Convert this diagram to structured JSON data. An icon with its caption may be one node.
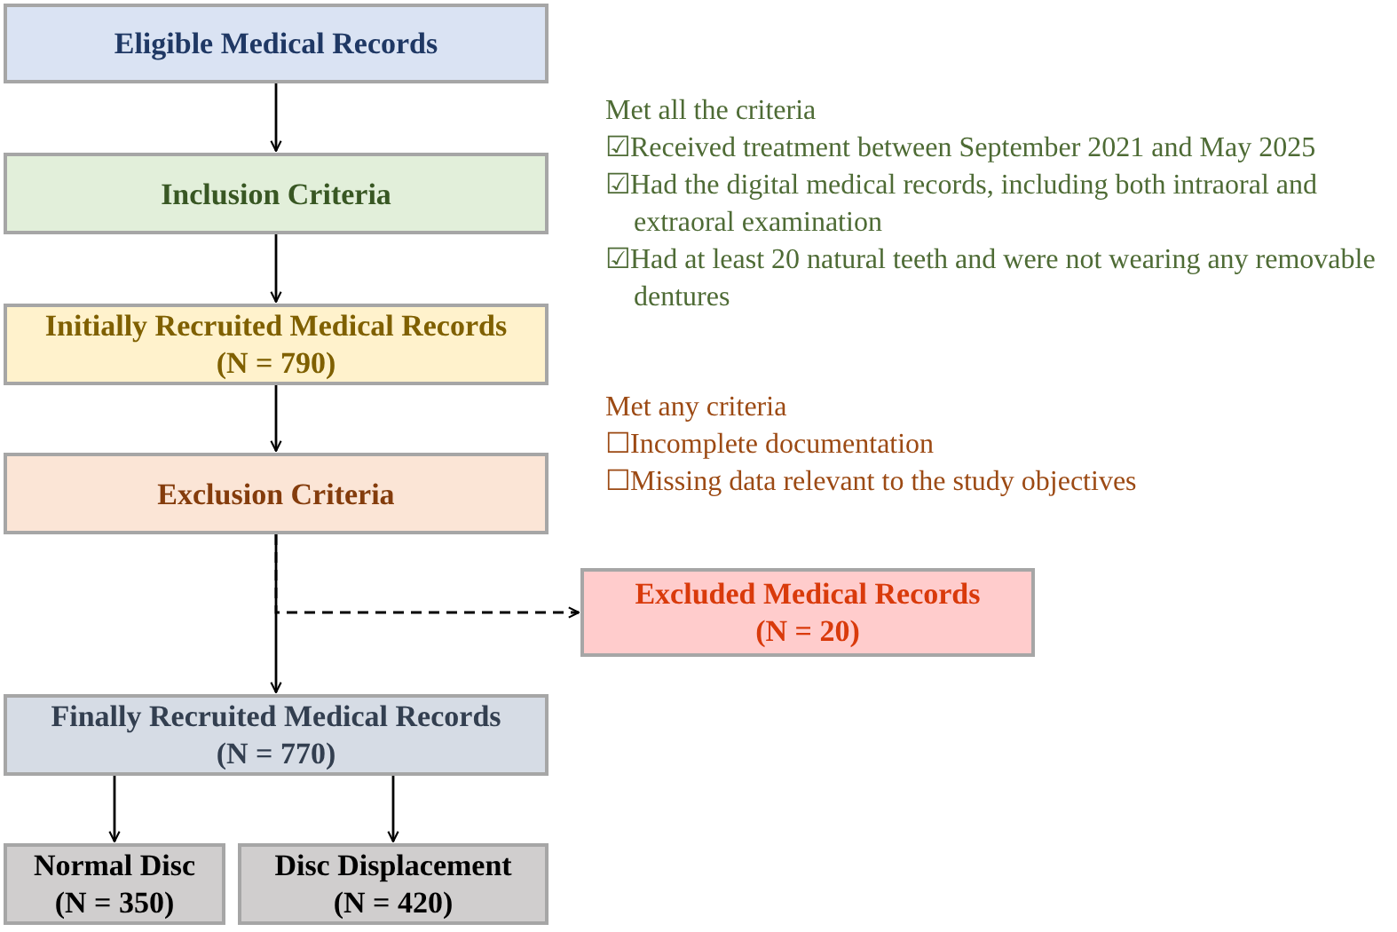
{
  "diagram": {
    "nodes": [
      {
        "text": [
          "Eligible Medical Records"
        ]
      },
      {
        "text": [
          "Inclusion Criteria"
        ],
        "beside": [
          "Met all the criteria",
          "☑Received treatment between September 2021 and May 2025",
          "☑Had the digital medical records, including both intraoral and extraoral examination",
          "☑Had at least 20 natural teeth and were not wearing any removable dentures"
        ]
      },
      {
        "text": [
          "Initially Recruited Medical Records",
          "(N = 790)"
        ]
      },
      {
        "text": [
          "Exclusion Criteria"
        ],
        "beside": [
          "Met any criteria",
          "☐Incomplete documentation",
          "☐Missing data relevant to the study objectives"
        ]
      },
      {
        "text": [
          "Excluded Medical Records",
          "(N = 20)"
        ]
      },
      {
        "text": [
          "Finally Recruited Medical Records",
          "(N = 770)"
        ]
      },
      {
        "text": [
          "Normal Disc",
          "(N = 350)"
        ]
      },
      {
        "text": [
          "Disc Displacement",
          "(N = 420)"
        ]
      }
    ],
    "edges": [
      {
        "from": 0,
        "to": 1,
        "arrow": "to"
      },
      {
        "from": 1,
        "to": 2,
        "arrow": "to"
      },
      {
        "from": 2,
        "to": 3,
        "arrow": "to"
      },
      {
        "from": 3,
        "to": 5,
        "arrow": "to"
      },
      {
        "from": 3,
        "to": 4,
        "arrow": "to",
        "style": "dashed"
      },
      {
        "from": 5,
        "to": 6,
        "arrow": "to"
      },
      {
        "from": 5,
        "to": 7,
        "arrow": "to"
      }
    ]
  }
}
